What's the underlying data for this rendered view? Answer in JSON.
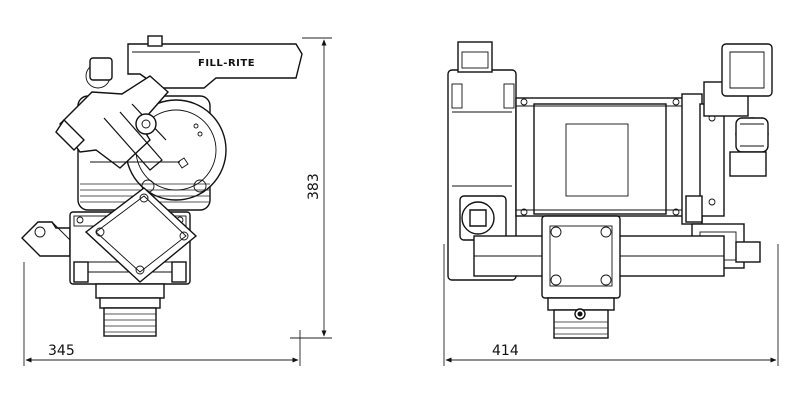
{
  "brand_label": "FILL-RITE",
  "dimensions": {
    "side_width": "345",
    "side_height": "383",
    "front_width": "414"
  },
  "colors": {
    "line": "#111111",
    "background": "#ffffff"
  }
}
